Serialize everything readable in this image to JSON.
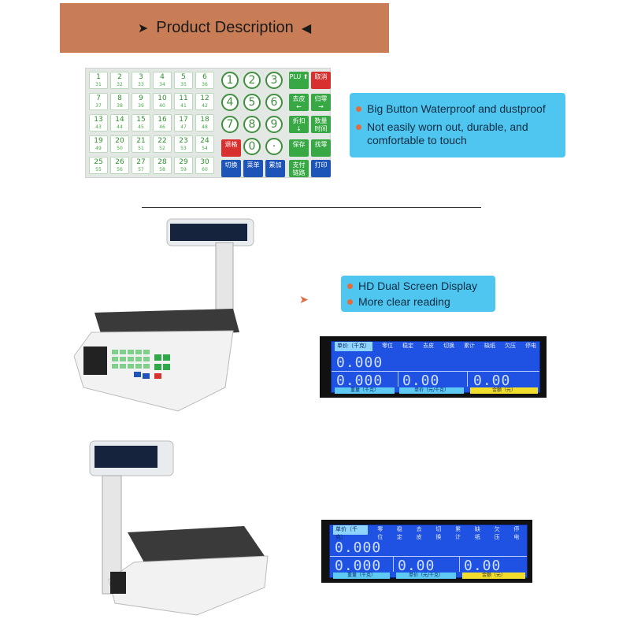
{
  "banner": {
    "left_arrow": "➤",
    "title": "Product Description",
    "right_arrow": "◀"
  },
  "keyboard": {
    "plu_keys": [
      {
        "n": "1",
        "s": "31"
      },
      {
        "n": "2",
        "s": "32"
      },
      {
        "n": "3",
        "s": "33"
      },
      {
        "n": "4",
        "s": "34"
      },
      {
        "n": "5",
        "s": "35"
      },
      {
        "n": "6",
        "s": "36"
      },
      {
        "n": "7",
        "s": "37"
      },
      {
        "n": "8",
        "s": "38"
      },
      {
        "n": "9",
        "s": "39"
      },
      {
        "n": "10",
        "s": "40"
      },
      {
        "n": "11",
        "s": "41"
      },
      {
        "n": "12",
        "s": "42"
      },
      {
        "n": "13",
        "s": "43"
      },
      {
        "n": "14",
        "s": "44"
      },
      {
        "n": "15",
        "s": "45"
      },
      {
        "n": "16",
        "s": "46"
      },
      {
        "n": "17",
        "s": "47"
      },
      {
        "n": "18",
        "s": "48"
      },
      {
        "n": "19",
        "s": "49"
      },
      {
        "n": "20",
        "s": "50"
      },
      {
        "n": "21",
        "s": "51"
      },
      {
        "n": "22",
        "s": "52"
      },
      {
        "n": "23",
        "s": "53"
      },
      {
        "n": "24",
        "s": "54"
      },
      {
        "n": "25",
        "s": "55"
      },
      {
        "n": "26",
        "s": "56"
      },
      {
        "n": "27",
        "s": "57"
      },
      {
        "n": "28",
        "s": "58"
      },
      {
        "n": "29",
        "s": "59"
      },
      {
        "n": "30",
        "s": "60"
      }
    ],
    "numpad": [
      "1",
      "2",
      "3",
      "4",
      "5",
      "6",
      "7",
      "8",
      "9"
    ],
    "zero": "0",
    "dot": "·",
    "keys": {
      "plu": "PLU ⬆",
      "cancel": "取消",
      "tare": "去皮 ←",
      "zero_key": "归零 →",
      "discount": "折扣 ↓",
      "qty_time": "数量 时间",
      "back": "退格",
      "save": "保存",
      "change": "找零",
      "switch": "切换",
      "menu": "菜单",
      "add": "累加",
      "payment": "支付 链路",
      "print": "打印"
    }
  },
  "features1": [
    "Big Button Waterproof and dustproof",
    "Not easily worn out, durable, and comfortable to touch"
  ],
  "features2": [
    "HD Dual Screen Display",
    "More clear reading"
  ],
  "pointer": "➤",
  "lcd": {
    "tag1": "单价（千克）",
    "labels": [
      "零位",
      "稳定",
      "去皮",
      "切换",
      "累计",
      "缺纸",
      "欠压",
      "停电"
    ],
    "weight": "0.000",
    "unit_price": "0.000",
    "total_a": "0.00",
    "total_b": "0.00",
    "foot_a": "重量（千克）",
    "foot_b": "单价（元/千克）",
    "foot_c": "金额（元）"
  },
  "colors": {
    "banner": "#c87d57",
    "info_box": "#4fc6ef",
    "bullet": "#e06c3f",
    "lcd_blue": "#1f52e2"
  }
}
